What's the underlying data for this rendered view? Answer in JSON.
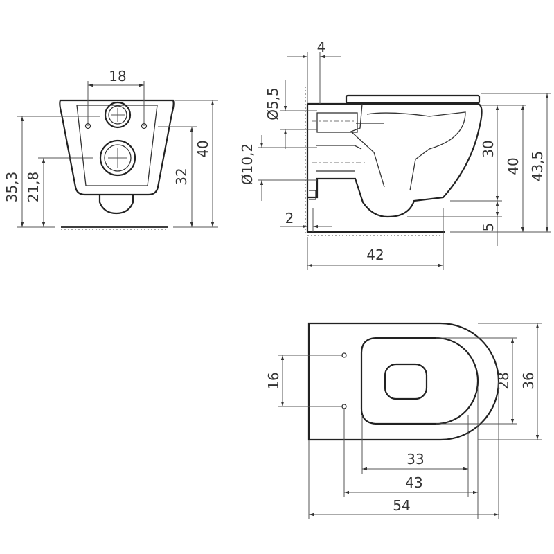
{
  "front_view": {
    "width_between_holes": "18",
    "height_upper_connection": "35,3",
    "height_lower_connection": "21,8",
    "height_fixing_holes": "32",
    "total_height": "40"
  },
  "side_view": {
    "wall_offset": "4",
    "inlet_diameter": "Ø5,5",
    "outlet_diameter": "Ø10,2",
    "floor_gap": "2",
    "depth": "42",
    "height_30": "30",
    "height_40": "40",
    "height_total": "43,5",
    "height_5": "5"
  },
  "top_view": {
    "fixing_hole_spacing": "16",
    "seat_width": "28",
    "total_width": "36",
    "seat_length": "33",
    "hole_to_front": "43",
    "total_length": "54"
  }
}
